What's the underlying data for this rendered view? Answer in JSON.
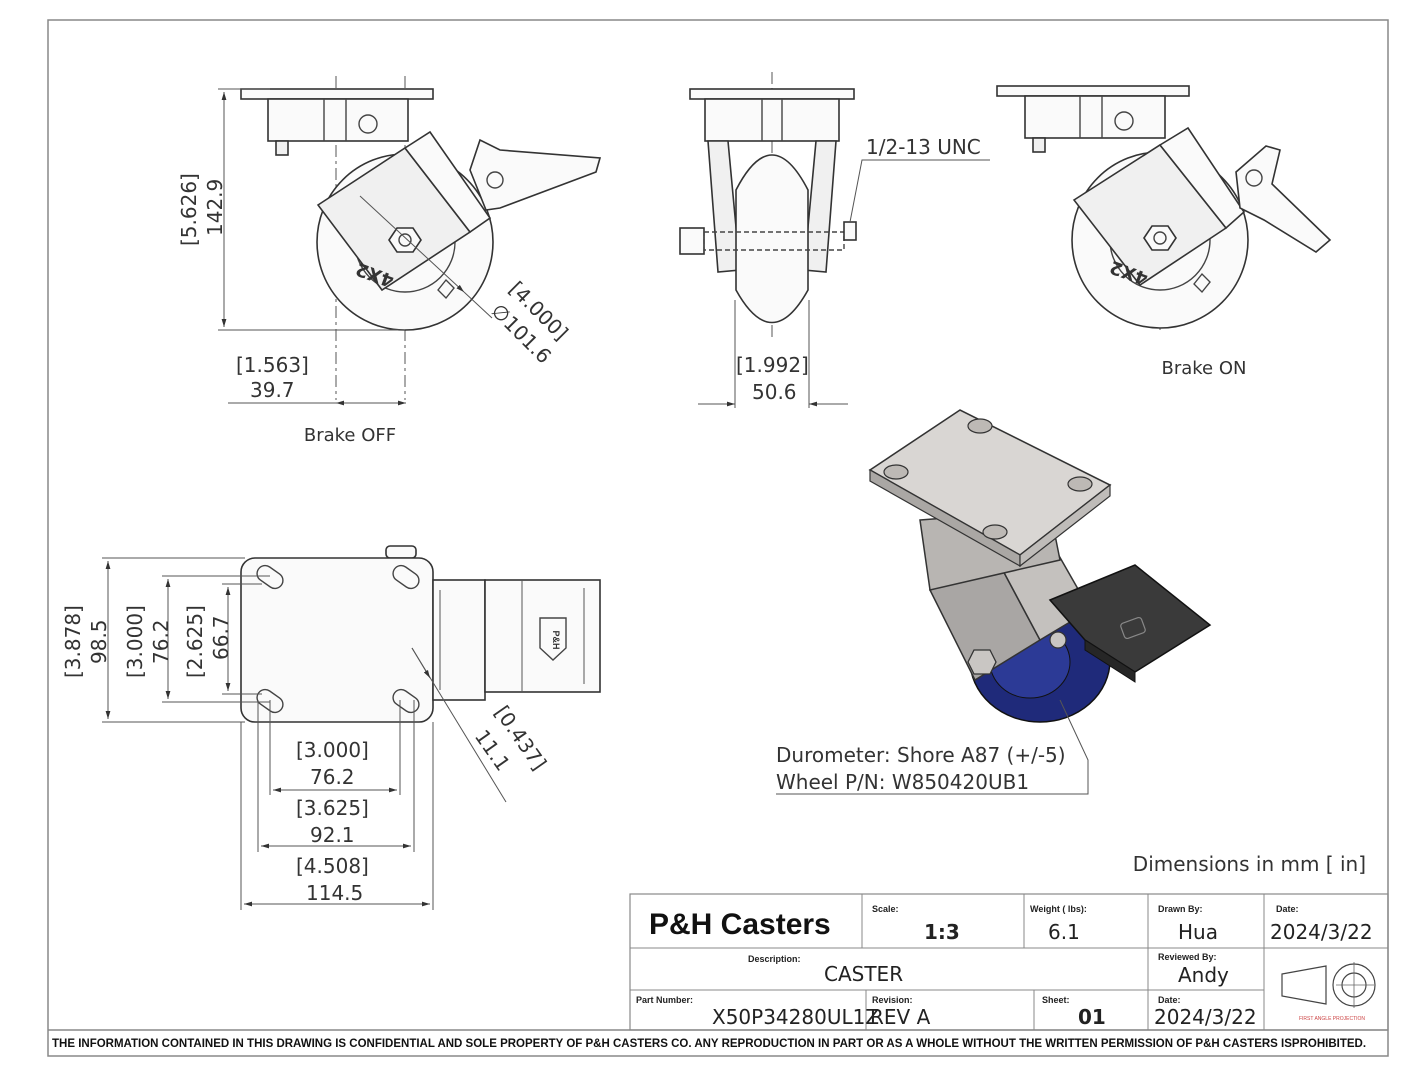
{
  "views": {
    "brake_off": {
      "label": "Brake OFF",
      "height_in": "[5.626]",
      "height_mm": "142.9",
      "offset_in": "[1.563]",
      "offset_mm": "39.7",
      "diameter_in": "[4.000]",
      "diameter_mm": "∅101.6",
      "wheel_text": "4X2"
    },
    "front": {
      "thread": "1/2-13 UNC",
      "width_in": "[1.992]",
      "width_mm": "50.6"
    },
    "brake_on": {
      "label": "Brake ON",
      "wheel_text": "4X2"
    },
    "top": {
      "plate_h_in": "[3.878]",
      "plate_h_mm": "98.5",
      "hole_h_in": "[3.000]",
      "hole_h_mm": "76.2",
      "hole_h2_in": "[2.625]",
      "hole_h2_mm": "66.7",
      "hole_w_in": "[3.000]",
      "hole_w_mm": "76.2",
      "hole_w2_in": "[3.625]",
      "hole_w2_mm": "92.1",
      "plate_w_in": "[4.508]",
      "plate_w_mm": "114.5",
      "slot_in": "[0.437]",
      "slot_mm": "11.1",
      "logo_text": "P&H"
    }
  },
  "notes": {
    "durometer": "Durometer: Shore A87 (+/-5)",
    "wheel_pn": "Wheel P/N: W850420UB1",
    "units": "Dimensions in mm [ in]"
  },
  "title_block": {
    "brand": "P&H Casters",
    "scale_label": "Scale:",
    "scale": "1:3",
    "weight_label": "Weight ( lbs):",
    "weight": "6.1",
    "drawn_label": "Drawn By:",
    "drawn": "Hua",
    "date_label": "Date:",
    "date": "2024/3/22",
    "desc_label": "Description:",
    "desc": "CASTER",
    "reviewed_label": "Reviewed By:",
    "reviewed": "Andy",
    "part_label": "Part Number:",
    "part": "X50P34280UL1Z",
    "rev_label": "Revision:",
    "rev": "REV A",
    "sheet_label": "Sheet:",
    "sheet": "01",
    "date2_label": "Date:",
    "date2": "2024/3/22",
    "projection_caption": "FIRST ANGLE PROJECTION"
  },
  "disclaimer": "THE INFORMATION CONTAINED IN THIS DRAWING IS CONFIDENTIAL AND SOLE PROPERTY OF P&H CASTERS CO.  ANY REPRODUCTION IN PART OR AS A WHOLE WITHOUT THE WRITTEN PERMISSION OF P&H CASTERS ISPROHIBITED.",
  "colors": {
    "wheel_blue": "#1f2a7a",
    "plate_gray": "#d9d6d3",
    "pedal_dark": "#3a3a3a"
  }
}
